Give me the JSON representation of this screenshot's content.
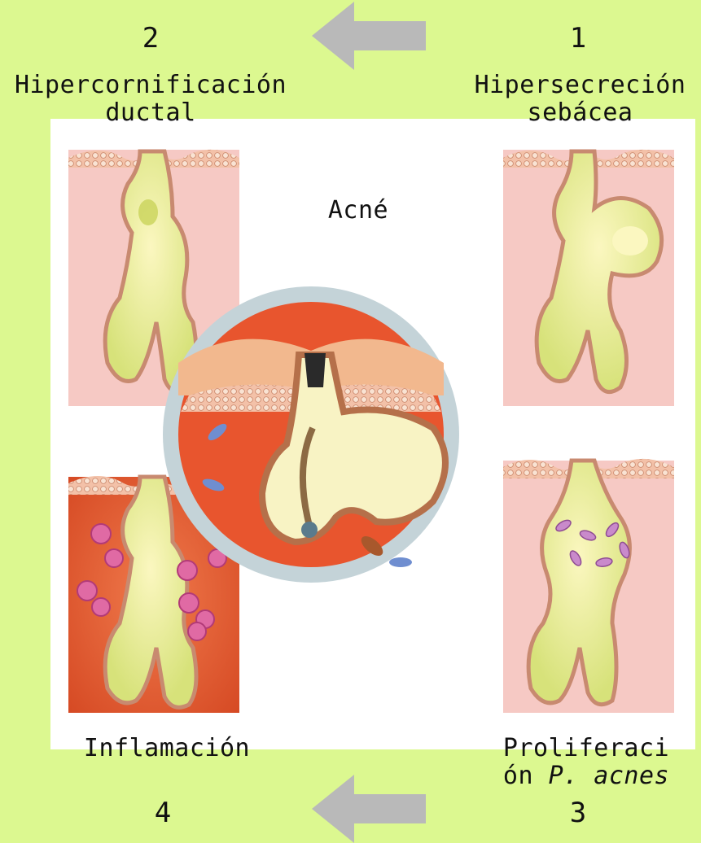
{
  "top_left": {
    "number": "2",
    "label_line1": "Hipercornificación",
    "label_line2": "ductal"
  },
  "top_right": {
    "number": "1",
    "label_line1": "Hipersecreción",
    "label_line2": "sebácea"
  },
  "bottom_left": {
    "number": "4",
    "label": "Inflamación"
  },
  "bottom_right": {
    "number": "3",
    "label_line1": "Proliferaci",
    "label_line2_prefix": "ón",
    "label_line2_italic": "P. acnes"
  },
  "center": {
    "label": "Acné"
  },
  "colors": {
    "background": "#dcf890",
    "arrow": "#b9b9b9",
    "skin": "#f6c9c4",
    "inflamed": "#e8552e",
    "sebum": "#f4f2b8"
  },
  "icons": [
    "arrow-left-icon",
    "arrow-left-icon"
  ]
}
